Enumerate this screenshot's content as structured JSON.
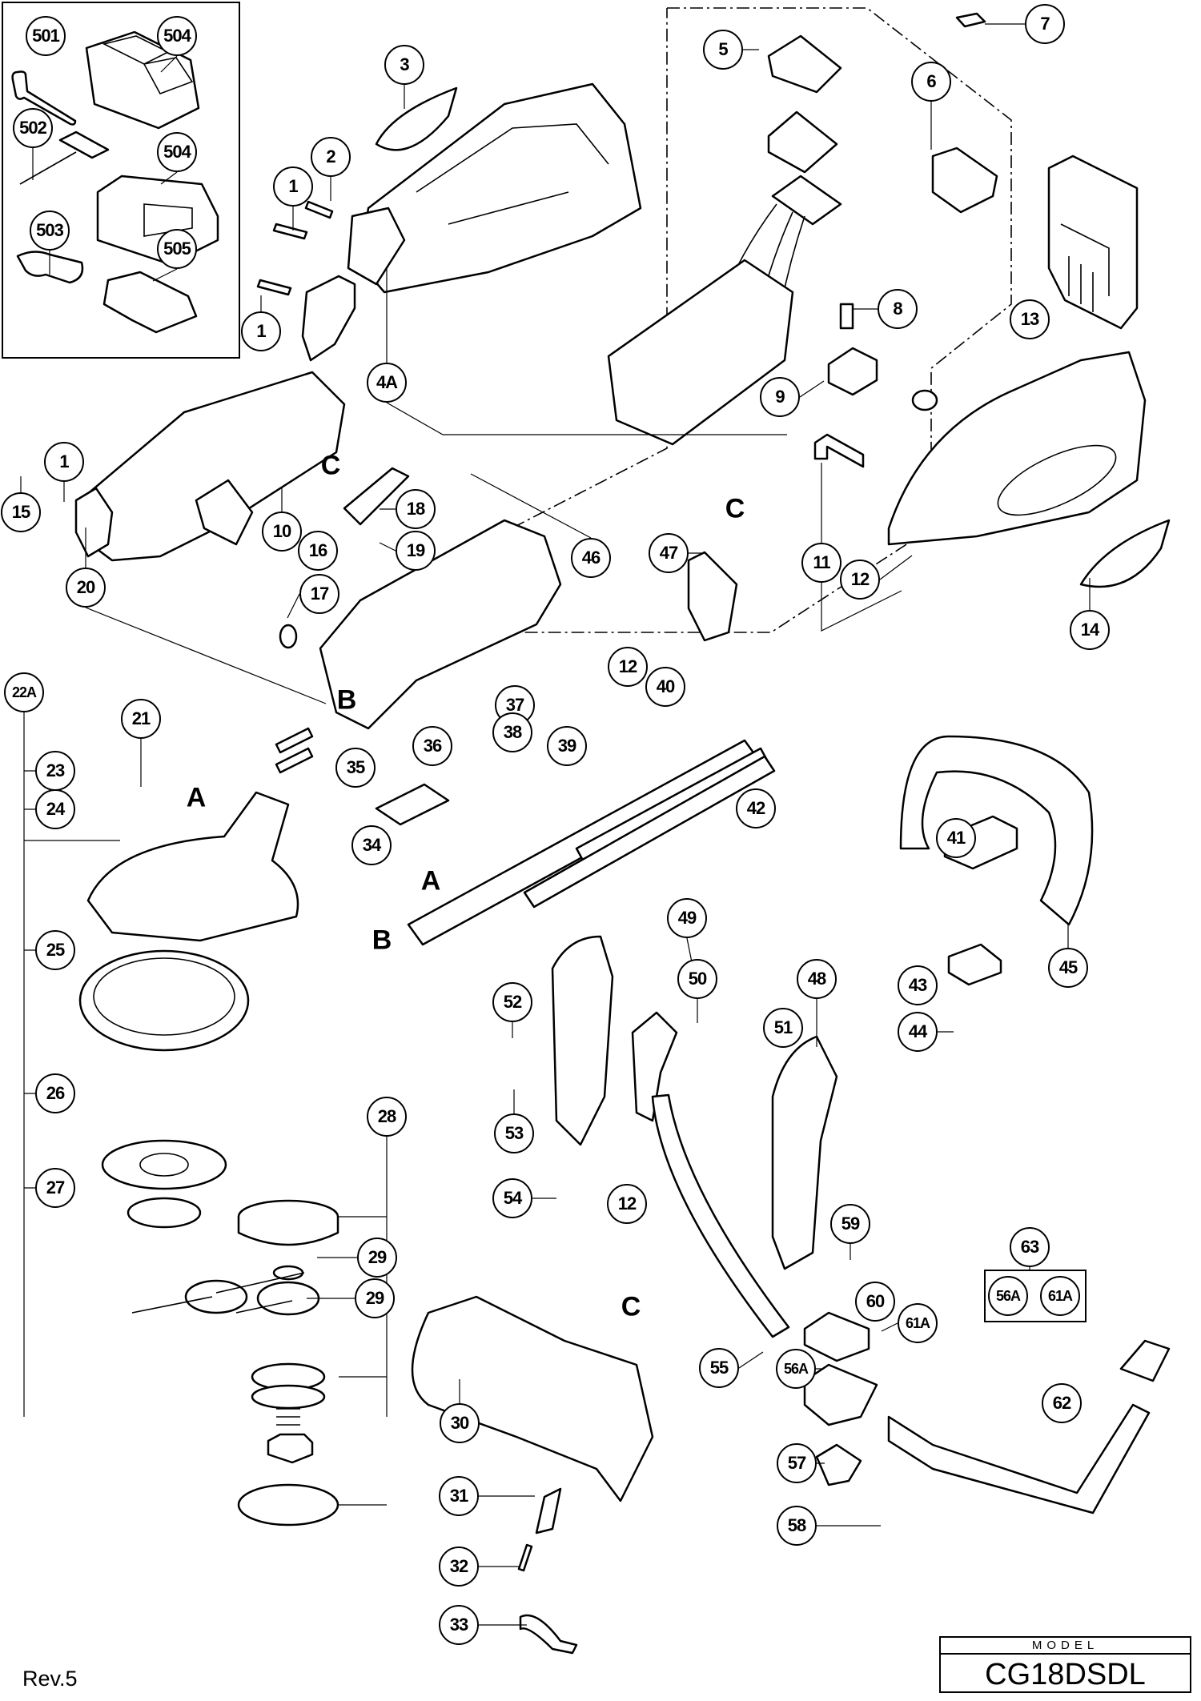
{
  "document": {
    "type": "exploded parts diagram",
    "revision": "Rev.5",
    "model_label": "MODEL",
    "model_number": "CG18DSDL"
  },
  "accessories": {
    "callouts": [
      "501",
      "504",
      "502",
      "504",
      "503",
      "505"
    ]
  },
  "parts": [
    {
      "id": "p3",
      "label": "3"
    },
    {
      "id": "p2",
      "label": "2"
    },
    {
      "id": "p1a",
      "label": "1"
    },
    {
      "id": "p1b",
      "label": "1"
    },
    {
      "id": "p4A",
      "label": "4A"
    },
    {
      "id": "p5",
      "label": "5"
    },
    {
      "id": "p7",
      "label": "7"
    },
    {
      "id": "p6",
      "label": "6"
    },
    {
      "id": "p8",
      "label": "8"
    },
    {
      "id": "p9",
      "label": "9"
    },
    {
      "id": "p13",
      "label": "13"
    },
    {
      "id": "p1c",
      "label": "1"
    },
    {
      "id": "p15",
      "label": "15"
    },
    {
      "id": "p10",
      "label": "10"
    },
    {
      "id": "p18",
      "label": "18"
    },
    {
      "id": "p16",
      "label": "16"
    },
    {
      "id": "p19",
      "label": "19"
    },
    {
      "id": "p17",
      "label": "17"
    },
    {
      "id": "p20",
      "label": "20"
    },
    {
      "id": "p46",
      "label": "46"
    },
    {
      "id": "p47",
      "label": "47"
    },
    {
      "id": "p11",
      "label": "11"
    },
    {
      "id": "p12a",
      "label": "12"
    },
    {
      "id": "p14",
      "label": "14"
    },
    {
      "id": "p22A",
      "label": "22A"
    },
    {
      "id": "p21",
      "label": "21"
    },
    {
      "id": "p23",
      "label": "23"
    },
    {
      "id": "p24",
      "label": "24"
    },
    {
      "id": "p35",
      "label": "35"
    },
    {
      "id": "p36",
      "label": "36"
    },
    {
      "id": "p37",
      "label": "37"
    },
    {
      "id": "p38",
      "label": "38"
    },
    {
      "id": "p39",
      "label": "39"
    },
    {
      "id": "p12b",
      "label": "12"
    },
    {
      "id": "p40",
      "label": "40"
    },
    {
      "id": "p42",
      "label": "42"
    },
    {
      "id": "p34",
      "label": "34"
    },
    {
      "id": "p25",
      "label": "25"
    },
    {
      "id": "p26",
      "label": "26"
    },
    {
      "id": "p27",
      "label": "27"
    },
    {
      "id": "p28",
      "label": "28"
    },
    {
      "id": "p29a",
      "label": "29"
    },
    {
      "id": "p29b",
      "label": "29"
    },
    {
      "id": "p49",
      "label": "49"
    },
    {
      "id": "p50",
      "label": "50"
    },
    {
      "id": "p48",
      "label": "48"
    },
    {
      "id": "p51",
      "label": "51"
    },
    {
      "id": "p52",
      "label": "52"
    },
    {
      "id": "p53",
      "label": "53"
    },
    {
      "id": "p54",
      "label": "54"
    },
    {
      "id": "p12c",
      "label": "12"
    },
    {
      "id": "p59",
      "label": "59"
    },
    {
      "id": "p41",
      "label": "41"
    },
    {
      "id": "p43",
      "label": "43"
    },
    {
      "id": "p44",
      "label": "44"
    },
    {
      "id": "p45",
      "label": "45"
    },
    {
      "id": "p63",
      "label": "63"
    },
    {
      "id": "p60",
      "label": "60"
    },
    {
      "id": "p61A",
      "label": "61A"
    },
    {
      "id": "p55",
      "label": "55"
    },
    {
      "id": "p56A",
      "label": "56A"
    },
    {
      "id": "p62",
      "label": "62"
    },
    {
      "id": "p57",
      "label": "57"
    },
    {
      "id": "p58",
      "label": "58"
    },
    {
      "id": "p30",
      "label": "30"
    },
    {
      "id": "p31",
      "label": "31"
    },
    {
      "id": "p32",
      "label": "32"
    },
    {
      "id": "p33",
      "label": "33"
    }
  ],
  "kit_63_contents": [
    "56A",
    "61A"
  ],
  "connection_markers": [
    {
      "id": "mC1",
      "label": "C"
    },
    {
      "id": "mC2",
      "label": "C"
    },
    {
      "id": "mC3",
      "label": "C"
    },
    {
      "id": "mA1",
      "label": "A"
    },
    {
      "id": "mA2",
      "label": "A"
    },
    {
      "id": "mB1",
      "label": "B"
    },
    {
      "id": "mB2",
      "label": "B"
    }
  ]
}
